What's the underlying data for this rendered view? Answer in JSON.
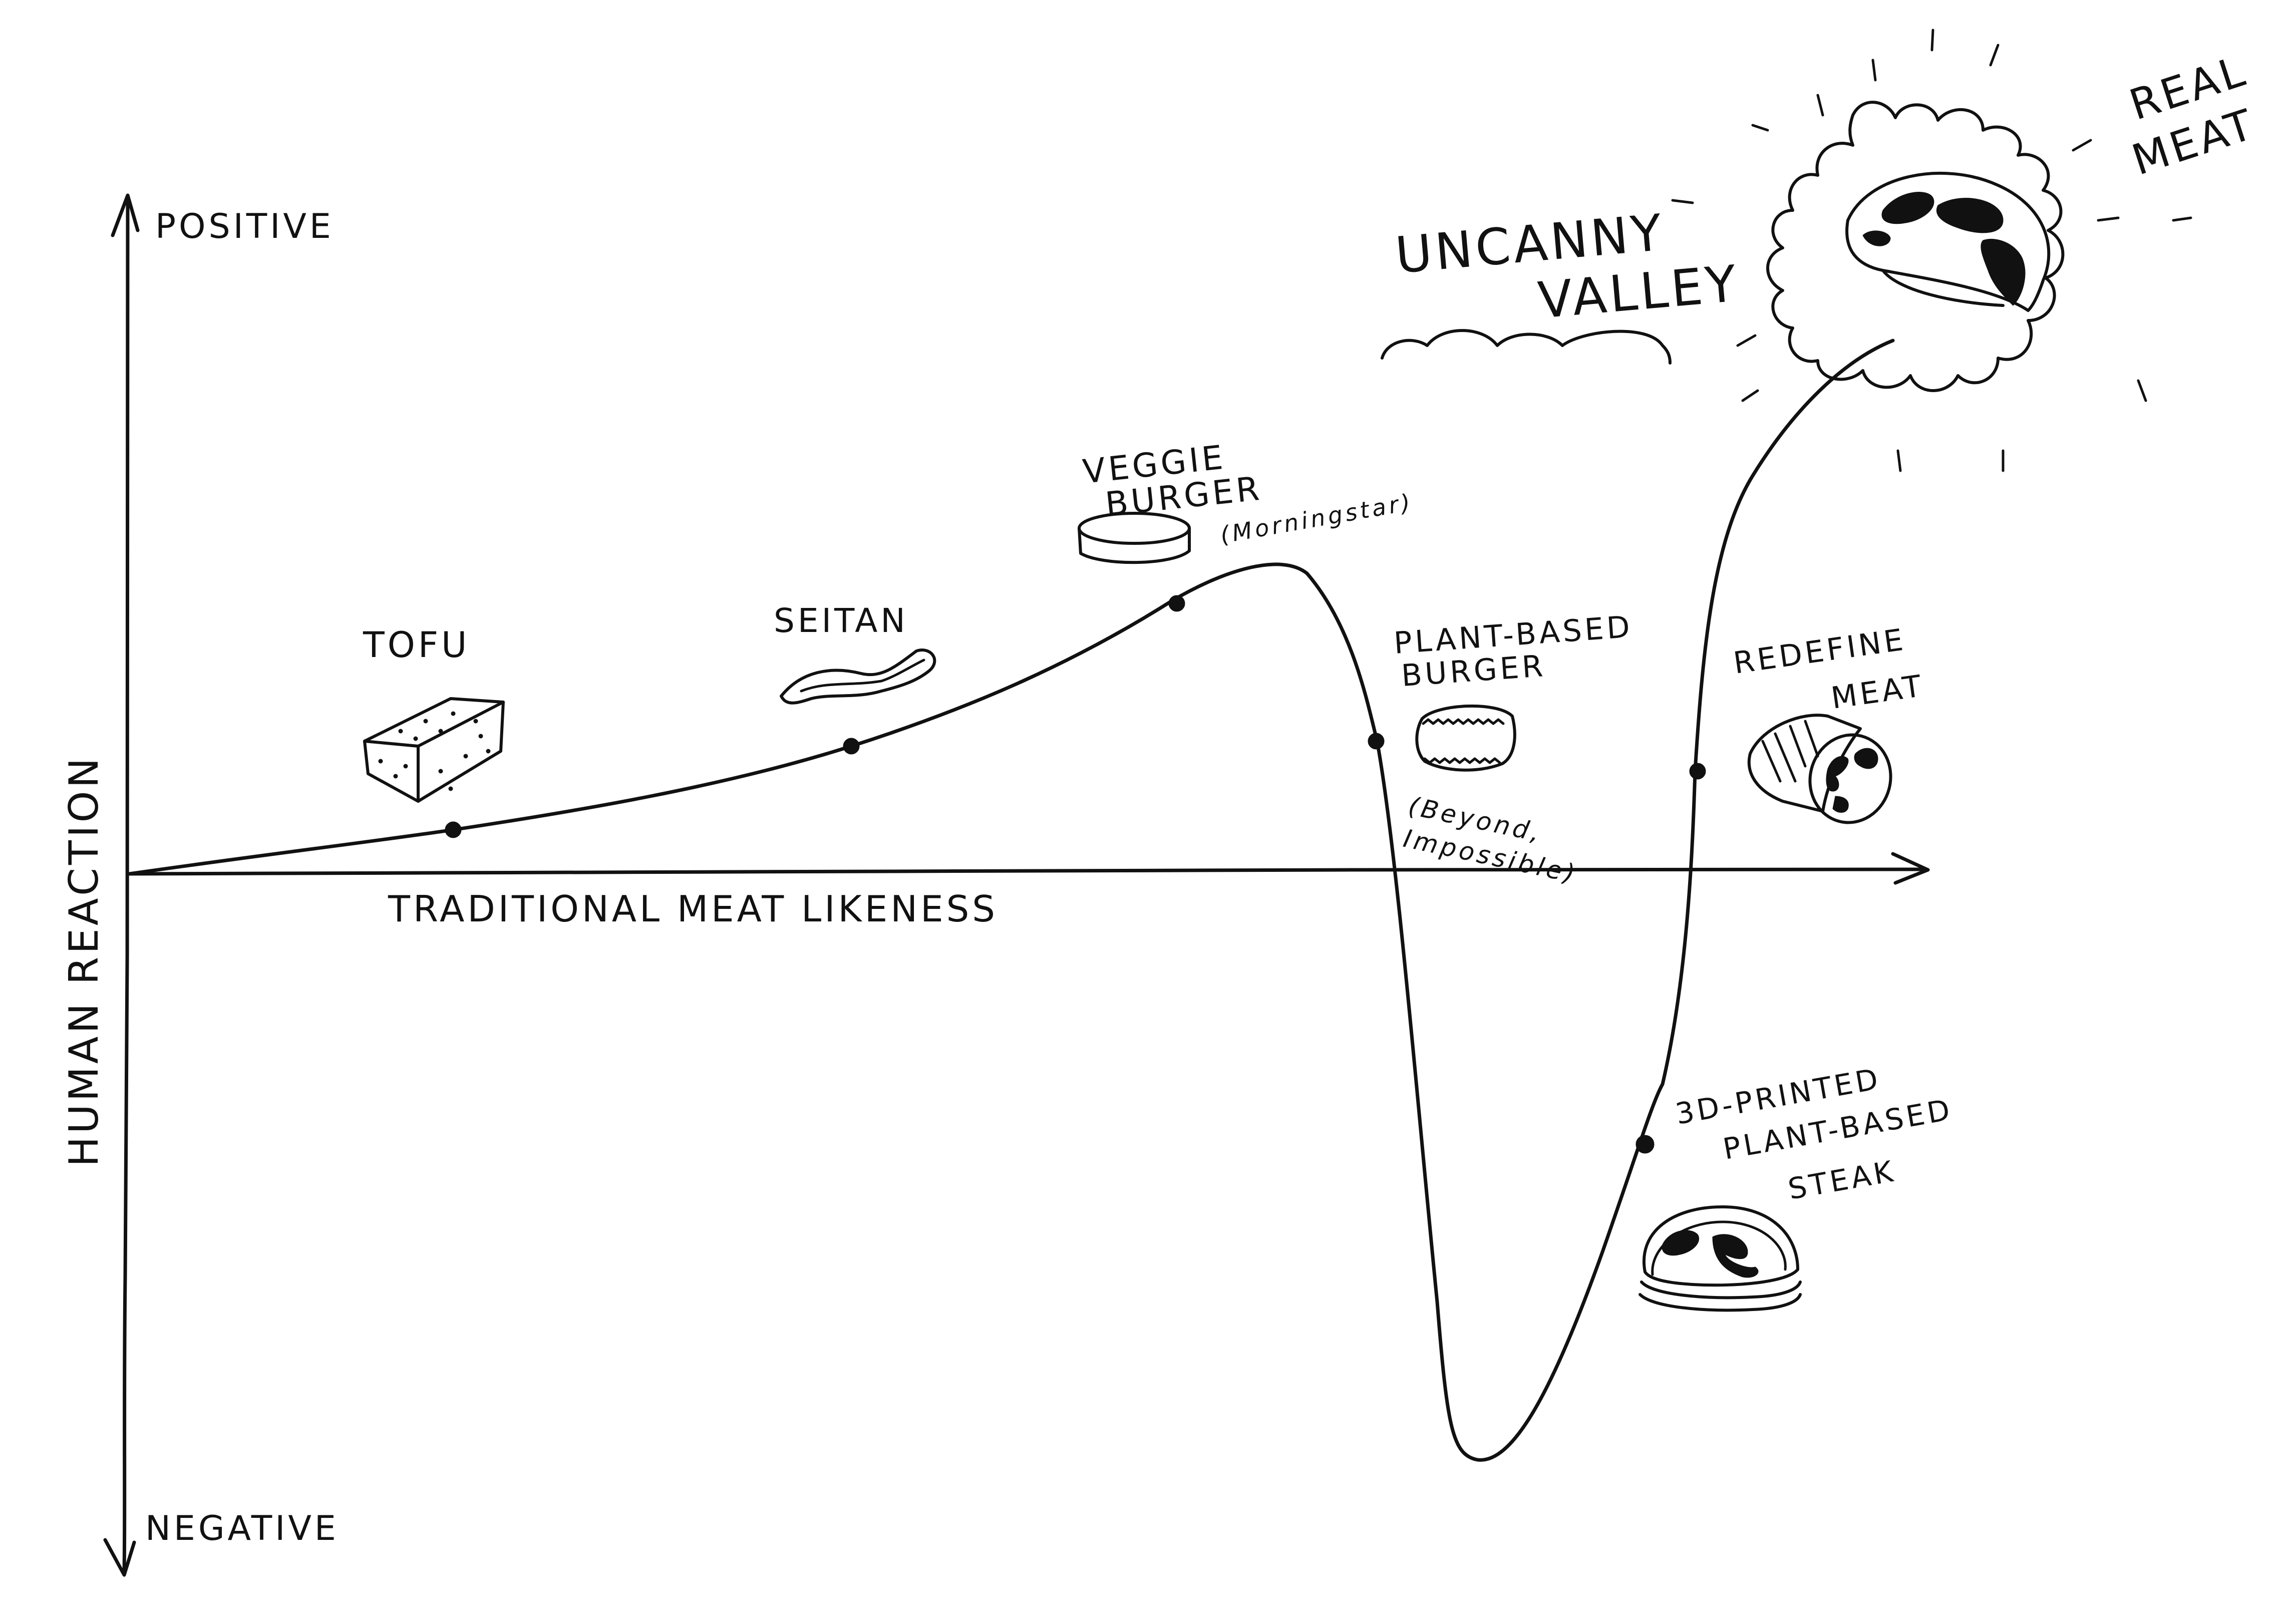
{
  "axes": {
    "y_positive": "POSITIVE",
    "y_negative": "NEGATIVE",
    "y_title": "HUMAN REACTION",
    "x_title": "TRADITIONAL MEAT LIKENESS"
  },
  "curve_label": [
    "UNCANNY",
    "VALLEY"
  ],
  "labels": {
    "tofu": [
      "TOFU"
    ],
    "seitan": [
      "SEITAN"
    ],
    "veggie": [
      "VEGGIE",
      "BURGER"
    ],
    "veggie_note": "(Morningstar)",
    "plant": [
      "PLANT-BASED",
      "BURGER"
    ],
    "plant_note": [
      "(Beyond,",
      "Impossible)"
    ],
    "redefine": [
      "REDEFINE",
      "MEAT"
    ],
    "printed": [
      "3D-PRINTED",
      "PLANT-BASED",
      "STEAK"
    ],
    "real": [
      "REAL",
      "MEAT"
    ]
  },
  "colors": {
    "ink": "#111111",
    "paper": "#ffffff"
  },
  "icons": [
    "tofu-block-icon",
    "seitan-strip-icon",
    "veggie-patty-icon",
    "plant-burger-patty-icon",
    "redefine-meat-roll-icon",
    "printed-steak-icon",
    "real-meat-steak-icon",
    "sun-burst-icon",
    "cloud-icon"
  ]
}
